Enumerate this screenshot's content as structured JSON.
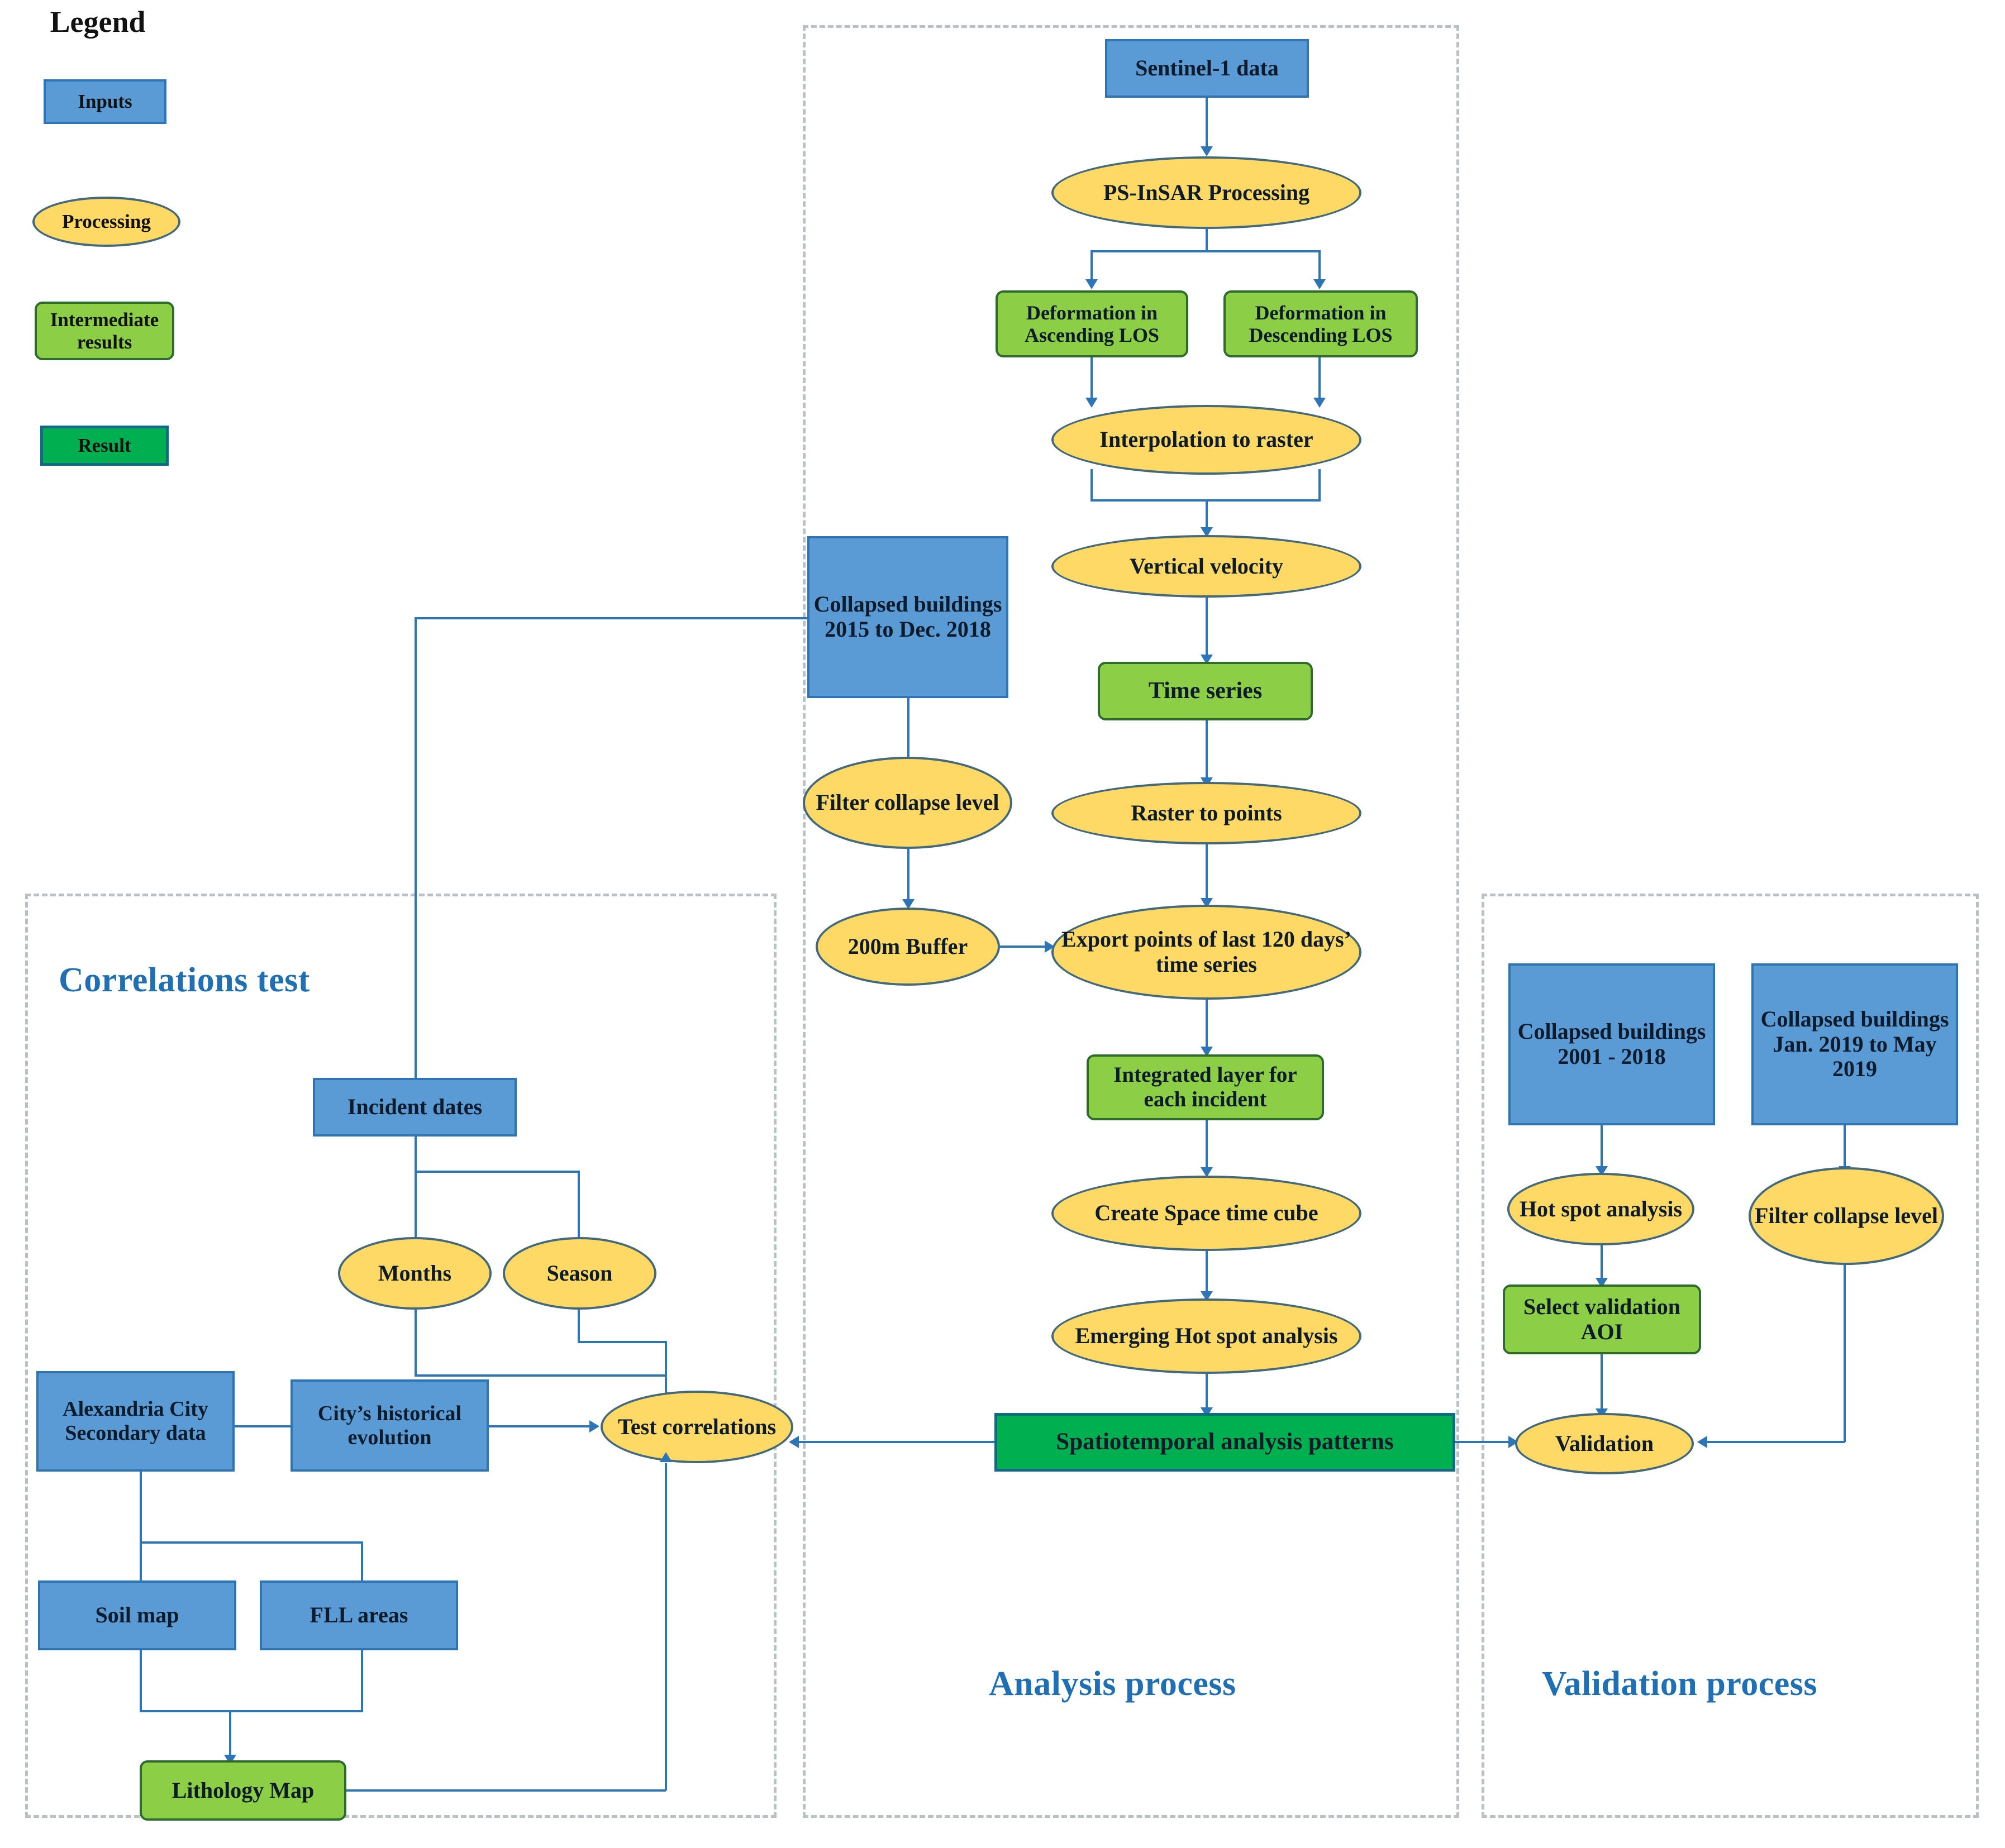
{
  "legend": {
    "title": "Legend",
    "items": [
      {
        "label": "Inputs",
        "shape": "rect",
        "color": "#5B9BD5"
      },
      {
        "label": "Processing",
        "shape": "ellipse",
        "color": "#FFD966"
      },
      {
        "label": "Intermediate results",
        "shape": "rounded-rect",
        "color": "#8DCE47"
      },
      {
        "label": "Result",
        "shape": "rect",
        "color": "#00B050"
      }
    ]
  },
  "groups": {
    "correlations": {
      "label": "Correlations test"
    },
    "analysis": {
      "label": "Analysis process"
    },
    "validation": {
      "label": "Validation process"
    }
  },
  "analysis": {
    "sentinel_data": "Sentinel-1 data",
    "ps_insar": "PS-InSAR Processing",
    "deformation_ascending": "Deformation in Ascending LOS",
    "deformation_descending": "Deformation in Descending LOS",
    "interpolation": "Interpolation to raster",
    "vertical_velocity": "Vertical velocity",
    "time_series": "Time series",
    "raster_to_points": "Raster to points",
    "export_points": "Export points of last 120 days’ time series",
    "integrated_layer": "Integrated layer for each incident",
    "space_time_cube": "Create Space time cube",
    "emerging_hot_spot": "Emerging Hot spot analysis",
    "spatiotemporal_patterns": "Spatiotemporal analysis patterns",
    "collapsed_buildings_2015": "Collapsed buildings 2015 to Dec. 2018",
    "filter_collapse_level": "Filter collapse level",
    "buffer": "200m Buffer"
  },
  "correlations": {
    "incident_dates": "Incident dates",
    "months": "Months",
    "season": "Season",
    "alexandria_data": "Alexandria City Secondary data",
    "city_evolution": "City’s historical evolution",
    "soil_map": "Soil map",
    "fll_areas": "FLL areas",
    "lithology_map": "Lithology Map",
    "test_correlations": "Test correlations"
  },
  "validation": {
    "collapsed_2001_2018": "Collapsed buildings 2001 - 2018",
    "collapsed_2019": "Collapsed buildings Jan. 2019 to May 2019",
    "hot_spot_analysis": "Hot spot analysis",
    "filter_collapse_level": "Filter collapse level",
    "select_validation_aoi": "Select validation AOI",
    "validation": "Validation"
  }
}
